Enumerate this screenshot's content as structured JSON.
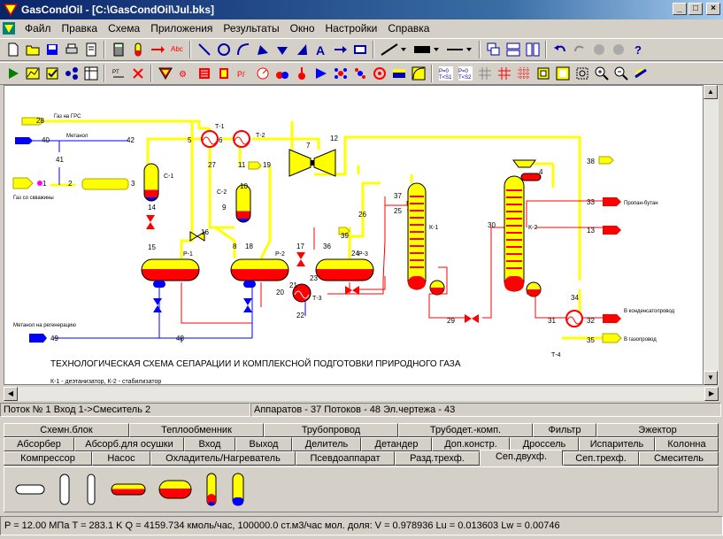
{
  "window": {
    "title": "GasCondOil - [C:\\GasCondOil\\Jul.bks]",
    "min": "_",
    "max": "□",
    "close": "×"
  },
  "menu": [
    {
      "label": "Файл"
    },
    {
      "label": "Правка"
    },
    {
      "label": "Схема"
    },
    {
      "label": "Приложения"
    },
    {
      "label": "Результаты"
    },
    {
      "label": "Окно"
    },
    {
      "label": "Настройки"
    },
    {
      "label": "Справка"
    }
  ],
  "diagram": {
    "title": "ТЕХНОЛОГИЧЕСКАЯ СХЕМА СЕПАРАЦИИ И КОМПЛЕКСНОЙ ПОДГОТОВКИ ПРИРОДНОГО ГАЗА",
    "subtitle": "К-1 - деэтанизатор,  К-2 - стабилизатор",
    "labels": {
      "gas_grs": "Газ на ГРС",
      "methanol": "Метанол",
      "gas_from_field": "Газ со скважины",
      "methanol_regen": "Метанол на регенерацию",
      "propane_butane": "Пропан-бутан",
      "condensate": "В конденсатопровод",
      "gas_pipeline": "В газопровод",
      "C1": "С-1",
      "C2": "С-2",
      "R1": "Р-1",
      "R2": "Р-2",
      "R3": "Р-3",
      "T1": "Т-1",
      "T2": "Т-2",
      "T3": "Т-3",
      "T4": "Т-4",
      "K1": "К-1",
      "K2": "К-2"
    },
    "streams": [
      "28",
      "40",
      "42",
      "41",
      "1",
      "2",
      "3",
      "5",
      "6",
      "27",
      "11",
      "19",
      "10",
      "12",
      "9",
      "14",
      "15",
      "16",
      "8",
      "18",
      "17",
      "7",
      "24",
      "36",
      "26",
      "37",
      "25",
      "20",
      "22",
      "21",
      "23",
      "29",
      "30",
      "38",
      "33",
      "13",
      "34",
      "31",
      "32",
      "35",
      "4",
      "49",
      "48",
      "39"
    ]
  },
  "status": {
    "left": "Поток № 1 Вход 1->Смеситель 2",
    "right": "Аппаратов - 37  Потоков - 48  Эл.чертежа - 43"
  },
  "tabs_row1": [
    "Схемн.блок",
    "Теплообменник",
    "Трубопровод",
    "Трубодет.-комп.",
    "Фильтр",
    "Эжектор"
  ],
  "tabs_row2": [
    "Абсорбер",
    "Абсорб.для осушки",
    "Вход",
    "Выход",
    "Делитель",
    "Детандер",
    "Доп.констр.",
    "Дроссель",
    "Испаритель",
    "Колонна"
  ],
  "tabs_row3": [
    "Компрессор",
    "Насос",
    "Охладитель/Нагреватель",
    "Псевдоаппарат",
    "Разд.трехф.",
    "Сеп.двухф.",
    "Сеп.трехф.",
    "Смеситель"
  ],
  "active_tab": "Сеп.двухф.",
  "bottom_status": "P = 12.00 МПа    T = 283.1  K  Q = 4159.734 кмоль/час, 100000.0 ст.м3/час  мол. доля: V = 0.978936  Lu = 0.013603  Lw = 0.00746",
  "colors": {
    "gas": "#ffff00",
    "liquid": "#ff0000",
    "water": "#0000ff",
    "line": "#ff0000",
    "bg": "#d4d0c8"
  }
}
